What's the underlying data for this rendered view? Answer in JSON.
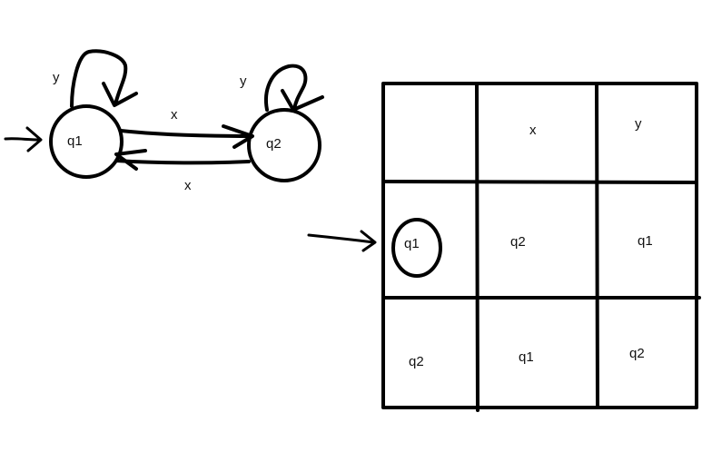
{
  "colors": {
    "ink": "#000000",
    "background": "#ffffff"
  },
  "automaton": {
    "states": [
      {
        "label": "q1",
        "start": true
      },
      {
        "label": "q2",
        "start": false
      }
    ],
    "transitions": [
      {
        "from": "q1",
        "to": "q1",
        "label": "y"
      },
      {
        "from": "q2",
        "to": "q2",
        "label": "y"
      },
      {
        "from": "q1",
        "to": "q2",
        "label": "x"
      },
      {
        "from": "q2",
        "to": "q1",
        "label": "x"
      }
    ]
  },
  "table": {
    "header": [
      "",
      "x",
      "y"
    ],
    "rows": [
      {
        "state": "q1",
        "start": true,
        "circled": true,
        "cells": [
          "q2",
          "q1"
        ]
      },
      {
        "state": "q2",
        "start": false,
        "circled": false,
        "cells": [
          "q1",
          "q2"
        ]
      }
    ]
  }
}
